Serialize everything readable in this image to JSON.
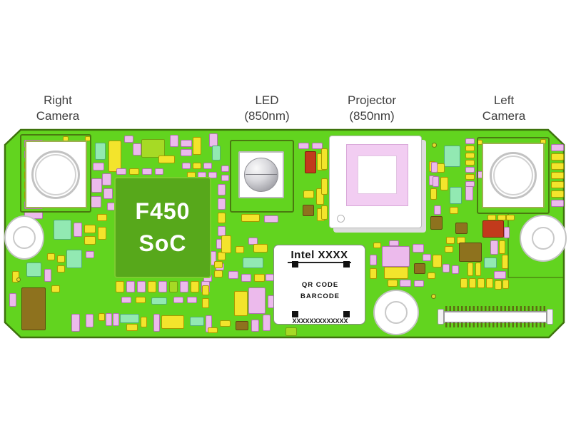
{
  "annotations": [
    {
      "id": "right-camera",
      "lines": [
        "Right",
        "Camera"
      ]
    },
    {
      "id": "led",
      "lines": [
        "LED",
        "(850nm)"
      ]
    },
    {
      "id": "projector",
      "lines": [
        "Projector",
        "(850nm)"
      ]
    },
    {
      "id": "left-camera",
      "lines": [
        "Left",
        "Camera"
      ]
    }
  ],
  "soc": {
    "line1": "F450",
    "line2": "SoC"
  },
  "sticker": {
    "title": "Intel XXXX",
    "code_line1": "QR CODE",
    "code_line2": "BARCODE",
    "serial": "XXXXXXXXXXXXX"
  },
  "colors": {
    "board": "#62d41f",
    "board_outline": "#3e720d",
    "sub_outline": "#4c8a10",
    "soc_fill": "#57a81b",
    "label_text": "#3e3e3e",
    "component_colors": {
      "p": {
        "fill": "#ecbaec",
        "stroke": "#b273b2"
      },
      "y": {
        "fill": "#f3e42c",
        "stroke": "#a89a00"
      },
      "m": {
        "fill": "#92e9b2",
        "stroke": "#53ad78"
      },
      "g": {
        "fill": "#a6da25",
        "stroke": "#74a210"
      },
      "b": {
        "fill": "#8e721e",
        "stroke": "#5d4a0f"
      },
      "r": {
        "fill": "#c23a1c",
        "stroke": "#801f0c"
      },
      "dot": {
        "fill": "#e0d82e",
        "stroke": "#6b7a10"
      }
    }
  },
  "components": [
    [
      34,
      196,
      26,
      11,
      "p"
    ],
    [
      34,
      211,
      26,
      11,
      "p"
    ],
    [
      34,
      226,
      26,
      11,
      "y"
    ],
    [
      34,
      240,
      26,
      11,
      "y"
    ],
    [
      34,
      254,
      26,
      11,
      "y"
    ],
    [
      34,
      268,
      26,
      11,
      "y"
    ],
    [
      34,
      282,
      26,
      11,
      "p"
    ],
    [
      34,
      296,
      26,
      11,
      "p"
    ],
    [
      88,
      191,
      8,
      7,
      "y"
    ],
    [
      119,
      191,
      8,
      7,
      "y"
    ],
    [
      668,
      196,
      8,
      7,
      "y"
    ],
    [
      757,
      195,
      8,
      7,
      "y"
    ],
    [
      133,
      200,
      15,
      24,
      "m"
    ],
    [
      152,
      197,
      18,
      44,
      "y"
    ],
    [
      174,
      190,
      13,
      10,
      "p"
    ],
    [
      186,
      201,
      12,
      17,
      "p"
    ],
    [
      130,
      228,
      16,
      11,
      "p"
    ],
    [
      128,
      250,
      15,
      20,
      "p"
    ],
    [
      127,
      275,
      15,
      16,
      "p"
    ],
    [
      143,
      243,
      13,
      17,
      "p"
    ],
    [
      145,
      264,
      13,
      15,
      "p"
    ],
    [
      150,
      284,
      15,
      11,
      "p"
    ],
    [
      136,
      300,
      14,
      10,
      "y"
    ],
    [
      198,
      195,
      33,
      26,
      "g"
    ],
    [
      238,
      189,
      12,
      17,
      "p"
    ],
    [
      222,
      218,
      23,
      11,
      "y"
    ],
    [
      253,
      196,
      16,
      10,
      "p"
    ],
    [
      253,
      209,
      16,
      10,
      "p"
    ],
    [
      270,
      192,
      12,
      25,
      "y"
    ],
    [
      293,
      187,
      12,
      19,
      "p"
    ],
    [
      297,
      204,
      12,
      21,
      "m"
    ],
    [
      255,
      228,
      12,
      9,
      "p"
    ],
    [
      270,
      228,
      12,
      9,
      "y"
    ],
    [
      285,
      228,
      12,
      9,
      "p"
    ],
    [
      262,
      241,
      12,
      9,
      "y"
    ],
    [
      277,
      241,
      12,
      9,
      "p"
    ],
    [
      292,
      241,
      12,
      9,
      "p"
    ],
    [
      310,
      232,
      11,
      9,
      "p"
    ],
    [
      310,
      245,
      11,
      9,
      "p"
    ],
    [
      163,
      236,
      14,
      9,
      "p"
    ],
    [
      181,
      236,
      14,
      9,
      "y"
    ],
    [
      199,
      236,
      14,
      9,
      "p"
    ],
    [
      217,
      236,
      12,
      9,
      "p"
    ],
    [
      305,
      258,
      11,
      16,
      "p"
    ],
    [
      305,
      278,
      11,
      16,
      "p"
    ],
    [
      305,
      298,
      11,
      15,
      "y"
    ],
    [
      305,
      317,
      11,
      14,
      "p"
    ],
    [
      303,
      335,
      11,
      14,
      "p"
    ],
    [
      305,
      353,
      11,
      12,
      "y"
    ],
    [
      302,
      369,
      12,
      10,
      "p"
    ],
    [
      162,
      394,
      12,
      16,
      "y"
    ],
    [
      177,
      394,
      12,
      16,
      "p"
    ],
    [
      192,
      394,
      12,
      16,
      "p"
    ],
    [
      207,
      394,
      12,
      16,
      "y"
    ],
    [
      222,
      394,
      12,
      16,
      "p"
    ],
    [
      237,
      394,
      12,
      16,
      "g"
    ],
    [
      252,
      394,
      12,
      16,
      "p"
    ],
    [
      267,
      394,
      12,
      16,
      "y"
    ],
    [
      282,
      394,
      12,
      16,
      "p"
    ],
    [
      170,
      416,
      14,
      9,
      "p"
    ],
    [
      190,
      416,
      14,
      9,
      "y"
    ],
    [
      212,
      417,
      22,
      10,
      "m"
    ],
    [
      243,
      416,
      14,
      9,
      "p"
    ],
    [
      262,
      416,
      14,
      9,
      "p"
    ],
    [
      75,
      308,
      25,
      28,
      "m"
    ],
    [
      103,
      312,
      12,
      20,
      "p"
    ],
    [
      118,
      315,
      16,
      12,
      "y"
    ],
    [
      118,
      331,
      16,
      12,
      "y"
    ],
    [
      93,
      350,
      22,
      26,
      "m"
    ],
    [
      80,
      358,
      11,
      10,
      "y"
    ],
    [
      80,
      372,
      11,
      10,
      "y"
    ],
    [
      66,
      355,
      11,
      10,
      "y"
    ],
    [
      120,
      352,
      12,
      10,
      "p"
    ],
    [
      137,
      318,
      12,
      18,
      "y"
    ],
    [
      37,
      368,
      21,
      20,
      "m"
    ],
    [
      62,
      377,
      10,
      18,
      "p"
    ],
    [
      17,
      380,
      10,
      16,
      "y"
    ],
    [
      30,
      403,
      34,
      60,
      "b"
    ],
    [
      13,
      411,
      10,
      19,
      "p"
    ],
    [
      72,
      400,
      12,
      10,
      "y"
    ],
    [
      100,
      440,
      12,
      25,
      "p"
    ],
    [
      120,
      440,
      11,
      19,
      "p"
    ],
    [
      138,
      439,
      9,
      11,
      "y"
    ],
    [
      148,
      439,
      9,
      18,
      "p"
    ],
    [
      158,
      439,
      9,
      18,
      "p"
    ],
    [
      168,
      440,
      27,
      13,
      "m"
    ],
    [
      177,
      454,
      16,
      10,
      "y"
    ],
    [
      197,
      444,
      9,
      15,
      "y"
    ],
    [
      215,
      440,
      9,
      25,
      "p"
    ],
    [
      226,
      442,
      32,
      19,
      "y"
    ],
    [
      266,
      444,
      20,
      13,
      "m"
    ],
    [
      288,
      442,
      9,
      24,
      "p"
    ],
    [
      291,
      459,
      14,
      8,
      "y"
    ],
    [
      308,
      449,
      15,
      9,
      "y"
    ],
    [
      310,
      330,
      14,
      25,
      "y"
    ],
    [
      348,
      333,
      13,
      10,
      "p"
    ],
    [
      330,
      345,
      12,
      10,
      "y"
    ],
    [
      355,
      342,
      20,
      12,
      "y"
    ],
    [
      340,
      361,
      29,
      15,
      "m"
    ],
    [
      290,
      352,
      13,
      20,
      "p"
    ],
    [
      300,
      366,
      12,
      10,
      "y"
    ],
    [
      300,
      379,
      12,
      10,
      "y"
    ],
    [
      285,
      385,
      12,
      10,
      "p"
    ],
    [
      320,
      380,
      14,
      11,
      "p"
    ],
    [
      338,
      384,
      14,
      11,
      "p"
    ],
    [
      356,
      384,
      15,
      11,
      "y"
    ],
    [
      372,
      384,
      12,
      10,
      "p"
    ],
    [
      328,
      408,
      19,
      35,
      "y"
    ],
    [
      348,
      403,
      24,
      37,
      "p"
    ],
    [
      375,
      414,
      9,
      18,
      "p"
    ],
    [
      283,
      400,
      10,
      14,
      "y"
    ],
    [
      283,
      418,
      10,
      14,
      "y"
    ],
    [
      330,
      450,
      18,
      13,
      "b"
    ],
    [
      352,
      448,
      11,
      17,
      "p"
    ],
    [
      368,
      441,
      11,
      23,
      "p"
    ],
    [
      400,
      459,
      16,
      12,
      "g"
    ],
    [
      418,
      200,
      15,
      9,
      "p"
    ],
    [
      437,
      200,
      15,
      9,
      "p"
    ],
    [
      427,
      212,
      16,
      31,
      "r"
    ],
    [
      444,
      215,
      13,
      24,
      "y"
    ],
    [
      425,
      267,
      15,
      11,
      "y"
    ],
    [
      443,
      264,
      11,
      23,
      "y"
    ],
    [
      424,
      287,
      16,
      16,
      "b"
    ],
    [
      444,
      292,
      11,
      18,
      "y"
    ],
    [
      338,
      300,
      26,
      11,
      "y"
    ],
    [
      370,
      302,
      20,
      10,
      "p"
    ],
    [
      450,
      208,
      9,
      30,
      "y"
    ],
    [
      450,
      250,
      9,
      23,
      "y"
    ],
    [
      450,
      288,
      9,
      20,
      "y"
    ],
    [
      601,
      226,
      9,
      15,
      "y"
    ],
    [
      601,
      246,
      9,
      14,
      "p"
    ],
    [
      603,
      264,
      9,
      16,
      "y"
    ],
    [
      545,
      337,
      14,
      8,
      "p"
    ],
    [
      535,
      345,
      39,
      29,
      "p"
    ],
    [
      538,
      374,
      34,
      17,
      "y"
    ],
    [
      578,
      342,
      16,
      12,
      "p"
    ],
    [
      592,
      356,
      12,
      10,
      "p"
    ],
    [
      606,
      357,
      13,
      18,
      "y"
    ],
    [
      580,
      369,
      16,
      15,
      "b"
    ],
    [
      560,
      392,
      16,
      10,
      "p"
    ],
    [
      543,
      392,
      14,
      10,
      "y"
    ],
    [
      580,
      393,
      14,
      9,
      "p"
    ],
    [
      518,
      357,
      10,
      15,
      "p"
    ],
    [
      518,
      376,
      10,
      15,
      "y"
    ],
    [
      523,
      340,
      11,
      8,
      "y"
    ],
    [
      599,
      382,
      11,
      9,
      "y"
    ],
    [
      622,
      204,
      23,
      30,
      "m"
    ],
    [
      612,
      229,
      11,
      13,
      "y"
    ],
    [
      604,
      227,
      9,
      15,
      "p"
    ],
    [
      606,
      247,
      9,
      15,
      "p"
    ],
    [
      617,
      248,
      11,
      19,
      "y"
    ],
    [
      630,
      262,
      17,
      24,
      "m"
    ],
    [
      652,
      260,
      11,
      21,
      "p"
    ],
    [
      630,
      290,
      12,
      10,
      "y"
    ],
    [
      608,
      288,
      10,
      13,
      "p"
    ],
    [
      608,
      306,
      10,
      13,
      "y"
    ],
    [
      603,
      303,
      17,
      19,
      "b"
    ],
    [
      638,
      312,
      17,
      16,
      "b"
    ],
    [
      625,
      332,
      12,
      10,
      "y"
    ],
    [
      640,
      332,
      12,
      10,
      "y"
    ],
    [
      652,
      194,
      13,
      8,
      "p"
    ],
    [
      652,
      204,
      13,
      8,
      "y"
    ],
    [
      652,
      214,
      13,
      8,
      "y"
    ],
    [
      652,
      224,
      13,
      8,
      "y"
    ],
    [
      652,
      234,
      13,
      8,
      "p"
    ],
    [
      652,
      244,
      13,
      8,
      "y"
    ],
    [
      652,
      254,
      13,
      8,
      "p"
    ],
    [
      667,
      240,
      13,
      10,
      "p"
    ],
    [
      683,
      301,
      12,
      8,
      "y"
    ],
    [
      697,
      301,
      12,
      8,
      "y"
    ],
    [
      709,
      301,
      12,
      8,
      "y"
    ],
    [
      676,
      309,
      30,
      24,
      "r"
    ],
    [
      706,
      318,
      8,
      16,
      "p"
    ],
    [
      687,
      337,
      11,
      20,
      "p"
    ],
    [
      699,
      337,
      9,
      19,
      "y"
    ],
    [
      703,
      357,
      9,
      20,
      "y"
    ],
    [
      643,
      340,
      32,
      27,
      "b"
    ],
    [
      655,
      368,
      8,
      19,
      "y"
    ],
    [
      666,
      368,
      8,
      19,
      "y"
    ],
    [
      678,
      361,
      18,
      15,
      "m"
    ],
    [
      692,
      380,
      17,
      11,
      "p"
    ],
    [
      645,
      390,
      10,
      14,
      "y"
    ],
    [
      657,
      390,
      10,
      14,
      "y"
    ],
    [
      669,
      390,
      10,
      14,
      "y"
    ],
    [
      681,
      390,
      10,
      14,
      "y"
    ],
    [
      693,
      393,
      10,
      13,
      "y"
    ],
    [
      704,
      392,
      9,
      13,
      "y"
    ],
    [
      623,
      345,
      12,
      9,
      "y"
    ],
    [
      620,
      370,
      10,
      12,
      "p"
    ],
    [
      633,
      372,
      10,
      12,
      "p"
    ],
    [
      772,
      202,
      18,
      10,
      "p"
    ],
    [
      772,
      215,
      18,
      10,
      "y"
    ],
    [
      772,
      228,
      18,
      10,
      "y"
    ],
    [
      772,
      241,
      18,
      10,
      "y"
    ],
    [
      772,
      254,
      18,
      10,
      "y"
    ],
    [
      772,
      267,
      18,
      10,
      "y"
    ],
    [
      772,
      280,
      18,
      10,
      "p"
    ],
    [
      605,
      200,
      7,
      7,
      "dot"
    ],
    [
      604,
      412,
      7,
      7,
      "dot"
    ],
    [
      23,
      389,
      6,
      6,
      "dot"
    ]
  ]
}
